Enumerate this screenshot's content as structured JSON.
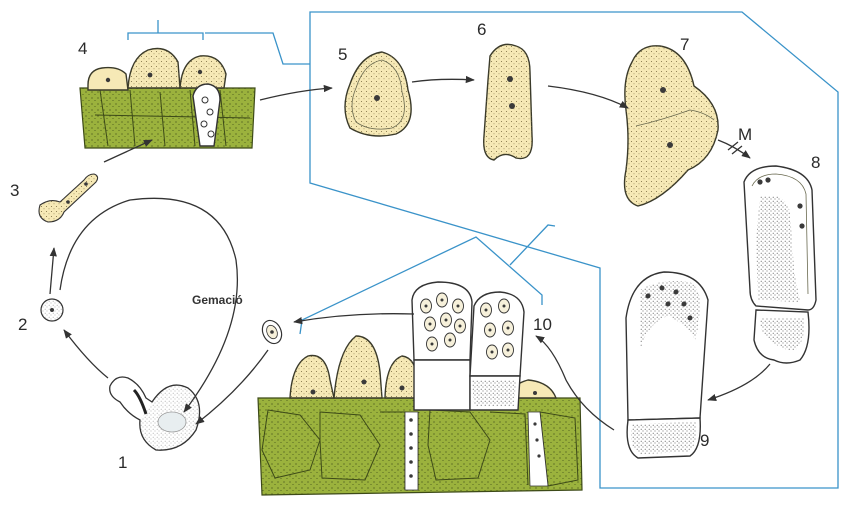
{
  "labels": {
    "n1": "1",
    "n2": "2",
    "n3": "3",
    "n4": "4",
    "n5": "5",
    "n6": "6",
    "n7": "7",
    "n8": "8",
    "n9": "9",
    "n10": "10",
    "m": "M",
    "budding": "Gemació"
  },
  "colors": {
    "tissue": "#9bb23d",
    "cell": "#f6e9b6",
    "frame": "#3a93c9"
  }
}
